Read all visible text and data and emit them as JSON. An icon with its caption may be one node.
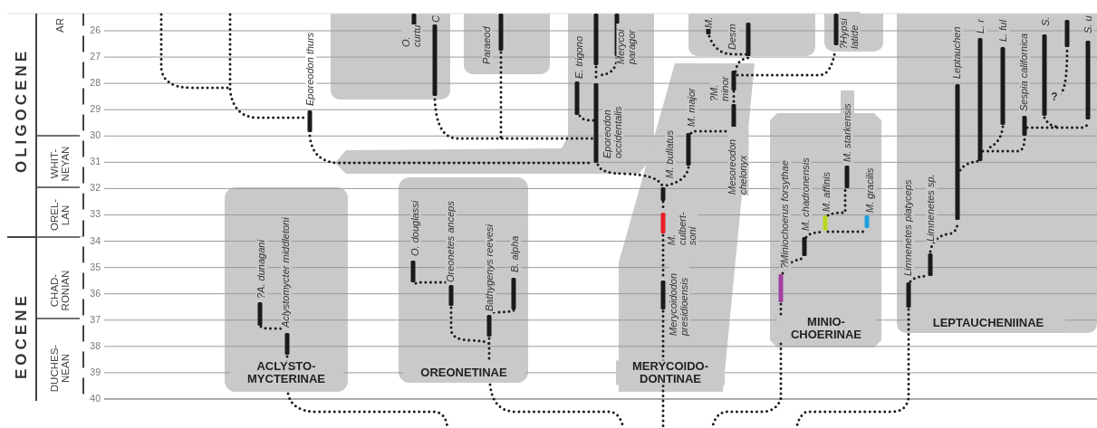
{
  "diagram": {
    "nodes": [
      {
        "text": [
          "O. curtu",
          "C"
        ]
      },
      {
        "text": [
          "Paraeod"
        ]
      },
      {
        "text": [
          "E. trigono",
          "Merycoi paragor",
          "Eporeodon occidentalis"
        ]
      },
      {
        "text": [
          "M.",
          "Desm"
        ]
      },
      {
        "text": [
          "?Hypsi latide"
        ]
      },
      {
        "text": [
          "LEPTAUCHENIINAE",
          "Limnenetes platyceps",
          "Limnenetes sp.",
          "Leptauchen",
          "L. r",
          "L. ful",
          "Sespia californica",
          "S.",
          "?",
          "S. u"
        ]
      },
      {
        "text": [
          "MERYCOIDO- DONTINAE",
          "?M. minor",
          "M. major",
          "M. bullatus",
          "Mesoreodon chelonyx",
          "M. culbert- soni",
          "Merycoidodon presidioensis"
        ]
      },
      {
        "text": [
          "MINIO- CHOERINAE",
          "?Miniochoerus forsythae",
          "M. chadronensis",
          "M. affinis",
          "M. starkensis",
          "M. gracilis"
        ]
      },
      {
        "text": [
          "OREONETINAE",
          "O. douglassi",
          "Oreonetes anceps",
          "Bathygenys reevesi",
          "B. alpha"
        ]
      },
      {
        "text": [
          "ACLYSTO- MYCTERINAE",
          "?A. dunagani",
          "Aclystomycter middletoni"
        ]
      }
    ],
    "edges": [],
    "labels": [
      "OLIGOCENE",
      "EOCENE",
      "AR",
      "WHIT- NEYAN",
      "OREL- LAN",
      "CHAD- RONIAN",
      "DUCHES- NEAN",
      "26",
      "27",
      "28",
      "29",
      "30",
      "31",
      "32",
      "33",
      "34",
      "35",
      "36",
      "37",
      "38",
      "39",
      "40",
      "Eporeodon thurs"
    ]
  }
}
